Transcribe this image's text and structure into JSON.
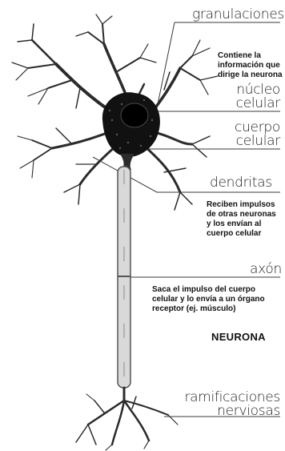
{
  "labels": {
    "granulaciones": "granulaciones",
    "nucleo": [
      "núcleo",
      "celular"
    ],
    "cuerpo": [
      "cuerpo",
      "celular"
    ],
    "dendritas": "dendritas",
    "axon": "axón",
    "ramificaciones": [
      "ramificaciones",
      "nerviosas"
    ]
  },
  "notes": {
    "granulaciones": [
      "Contiene la",
      "información que",
      "dirige la neurona"
    ],
    "dendritas": [
      "Reciben impulsos",
      "de otras neuronas",
      "y los envían al",
      "cuerpo celular"
    ],
    "axon": [
      "Saca el impulso del cuerpo",
      "celular y lo envía a un órgano",
      "receptor (ej. músculo)"
    ]
  },
  "title": "NEURONA",
  "colors": {
    "line": "#3a3a3a",
    "soma": "#111111",
    "dendrite": "#2b2b2b",
    "axon_fill": "#d9d9d9",
    "axon_edge": "#555555"
  }
}
